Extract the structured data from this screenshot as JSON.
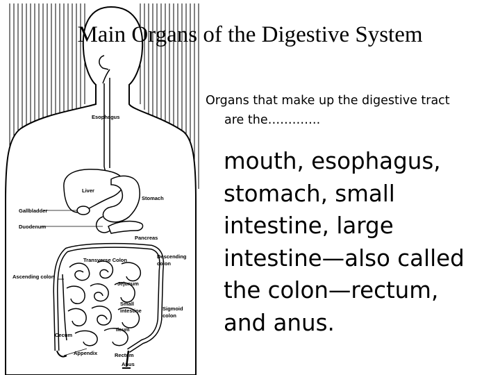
{
  "slide": {
    "title": "Main Organs of the Digestive System",
    "question_line1": "Organs that make up the digestive tract",
    "question_line2": "are the………….",
    "answer_lines": [
      "mouth, esophagus,",
      "stomach, small",
      "intestine, large",
      "intestine—also called",
      "the colon—rectum,",
      "and anus."
    ]
  },
  "diagram": {
    "labels": {
      "esophagus": "Esophagus",
      "liver": "Liver",
      "stomach": "Stomach",
      "gallbladder": "Gallbladder",
      "duodenum": "Duodenum",
      "pancreas": "Pancreas",
      "transverse_colon": "Transverse Colon",
      "descending_colon_1": "Descending",
      "descending_colon_2": "colon",
      "ascending_colon": "Ascending colon",
      "jejunum": "Jejunum",
      "small_intestine_1": "Small",
      "small_intestine_2": "intestine",
      "sigmoid_colon_1": "Sigmoid",
      "sigmoid_colon_2": "colon",
      "cecum": "Cecum",
      "ileum": "Ileum",
      "appendix": "Appendix",
      "rectum": "Rectum",
      "anus": "Anus"
    }
  }
}
